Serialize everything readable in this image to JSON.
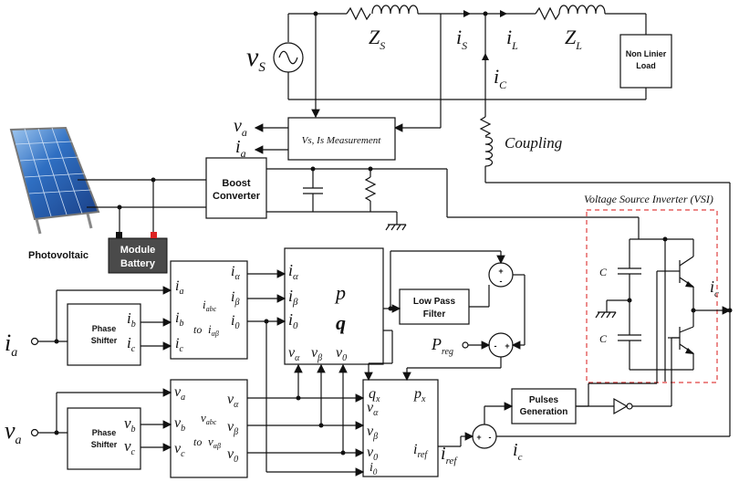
{
  "source": {
    "label": "v",
    "sub": "S"
  },
  "impedance_source": {
    "label": "Z",
    "sub": "S"
  },
  "current_source": {
    "label": "i",
    "sub": "S"
  },
  "current_load": {
    "label": "i",
    "sub": "L"
  },
  "impedance_load": {
    "label": "Z",
    "sub": "L"
  },
  "current_coupling": {
    "label": "i",
    "sub": "C"
  },
  "load_box": {
    "line1": "Non Linier",
    "line2": "Load"
  },
  "coupling": {
    "label": "Coupling"
  },
  "measurement": {
    "label": "Vs, Is Measurement",
    "out_v": "v",
    "out_v_sub": "a",
    "out_i": "i",
    "out_i_sub": "a"
  },
  "boost": {
    "line1": "Boost",
    "line2": "Converter"
  },
  "pv": {
    "label": "Photovoltaic"
  },
  "battery": {
    "line1": "Module",
    "line2": "Battery"
  },
  "vsi": {
    "label": "Voltage Source Inverter (VSI)",
    "cap": "C",
    "ic": "i",
    "ic_sub": "c"
  },
  "input_i": {
    "label": "i",
    "sub": "a"
  },
  "input_v": {
    "label": "v",
    "sub": "a"
  },
  "phase_shifter": {
    "line1": "Phase",
    "line2": "Shifter"
  },
  "ps_i_out": {
    "b": "b",
    "c": "c",
    "sym": "i"
  },
  "ps_v_out": {
    "b": "b",
    "c": "c",
    "sym": "v"
  },
  "clarke_i": {
    "in": [
      "a",
      "b",
      "c"
    ],
    "out": [
      "α",
      "β",
      "0"
    ],
    "sym": "i",
    "mid_top": "abc",
    "mid_to": "to",
    "mid_bot": "αβ"
  },
  "clarke_v": {
    "in": [
      "a",
      "b",
      "c"
    ],
    "out": [
      "α",
      "β",
      "0"
    ],
    "sym": "v",
    "mid_top": "abc",
    "mid_to": "to",
    "mid_bot": "αβ"
  },
  "pq": {
    "in": [
      "α",
      "β",
      "0"
    ],
    "p": "p",
    "q": "q",
    "v": [
      "α",
      "β",
      "0"
    ]
  },
  "lpf": {
    "line1": "Low Pass",
    "line2": "Filter"
  },
  "preg": {
    "label": "P",
    "sub": "reg"
  },
  "sum": {
    "plus": "+",
    "minus": "-"
  },
  "ref": {
    "qx": "q",
    "qx_sub": "x",
    "px": "p",
    "px_sub": "x",
    "va": "α",
    "vb": "β",
    "v0": "0",
    "i0": "0",
    "iref": "i",
    "iref_sub": "ref"
  },
  "iref_label": {
    "label": "i",
    "sub": "ref"
  },
  "ic_label": {
    "label": "i",
    "sub": "c"
  },
  "pulses": {
    "line1": "Pulses",
    "line2": "Generation"
  }
}
